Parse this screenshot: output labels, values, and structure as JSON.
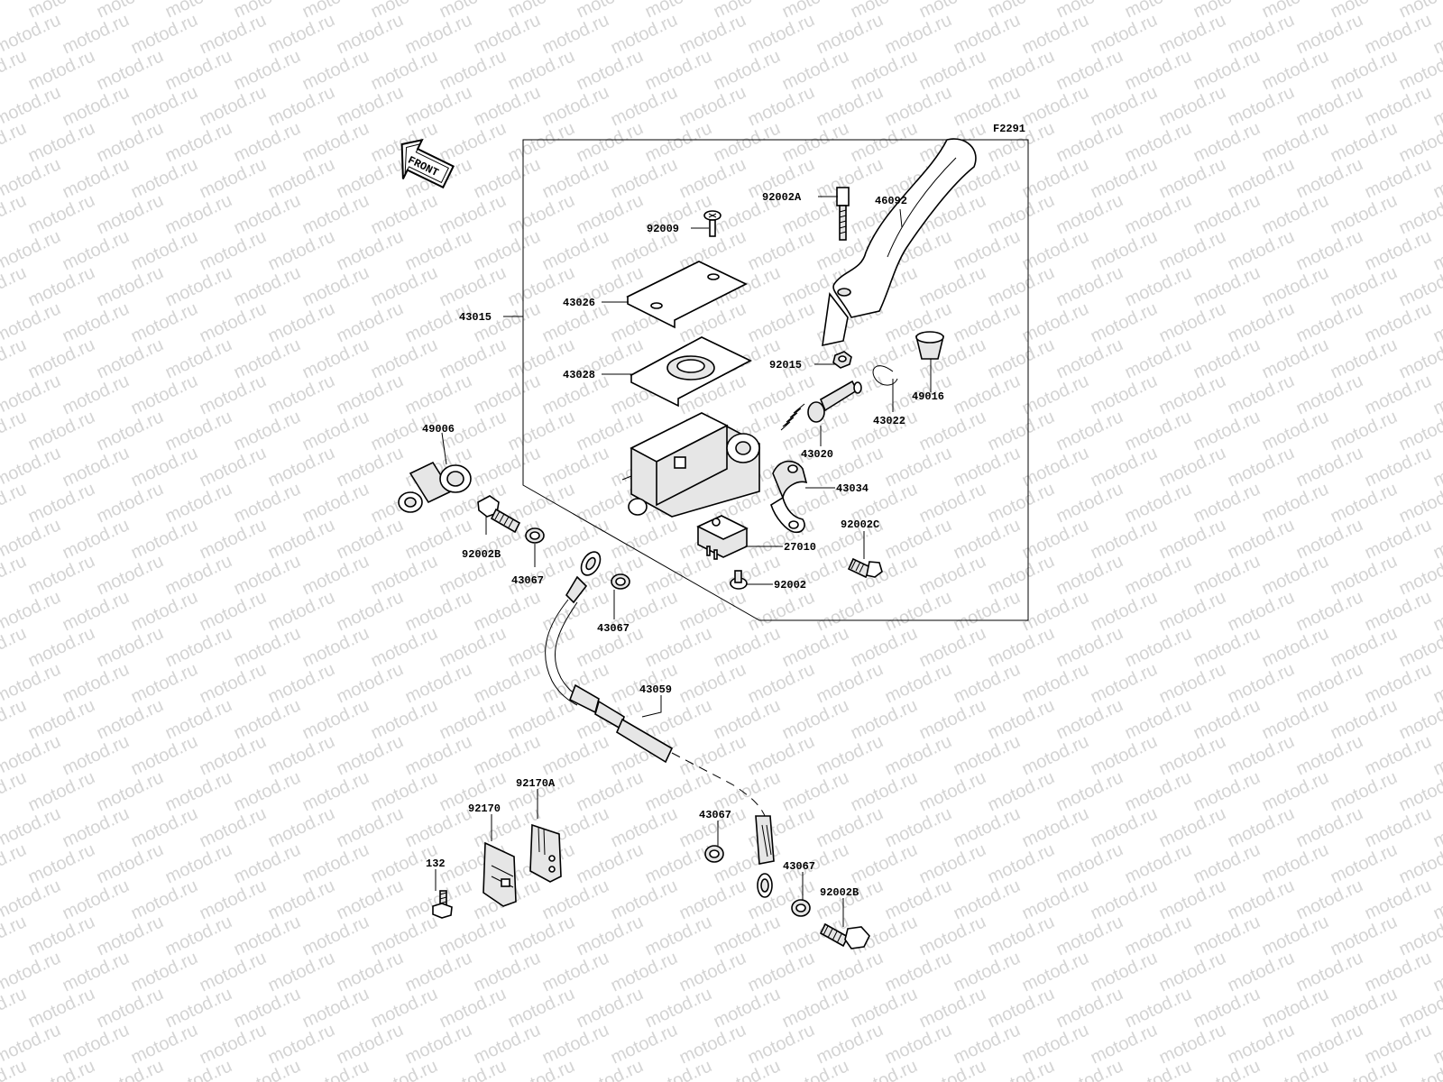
{
  "watermark": "motod.ru",
  "figure_code": "F2291",
  "front_arrow": "FRONT",
  "labels": {
    "l_92002A": "92002A",
    "l_46092": "46092",
    "l_92009": "92009",
    "l_43015": "43015",
    "l_43026": "43026",
    "l_43028": "43028",
    "l_92015": "92015",
    "l_49016": "49016",
    "l_43022": "43022",
    "l_43020": "43020",
    "l_49006": "49006",
    "l_43034": "43034",
    "l_92002C": "92002C",
    "l_27010": "27010",
    "l_92002": "92002",
    "l_92002B_top": "92002B",
    "l_43067_a": "43067",
    "l_43067_b": "43067",
    "l_43059": "43059",
    "l_92170A": "92170A",
    "l_92170": "92170",
    "l_43067_c": "43067",
    "l_132": "132",
    "l_43067_d": "43067",
    "l_92002B_bot": "92002B"
  }
}
